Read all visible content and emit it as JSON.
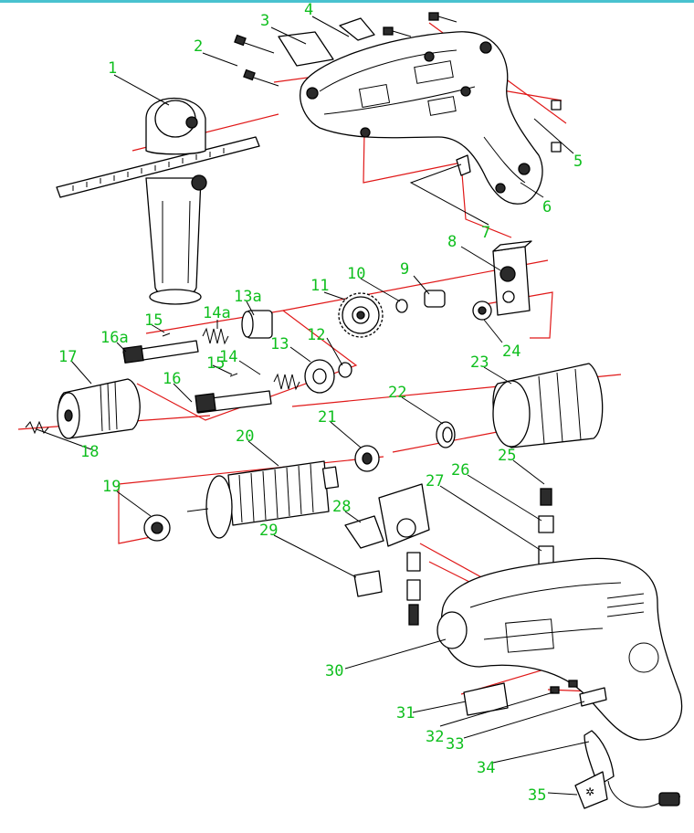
{
  "diagram": {
    "title": "",
    "callouts": [
      "1",
      "2",
      "3",
      "4",
      "5",
      "6",
      "7",
      "8",
      "9",
      "10",
      "11",
      "12",
      "13",
      "13a",
      "14",
      "14a",
      "15",
      "15",
      "16",
      "16a",
      "17",
      "18",
      "19",
      "20",
      "21",
      "22",
      "23",
      "24",
      "25",
      "26",
      "27",
      "28",
      "29",
      "30",
      "31",
      "32",
      "33",
      "34",
      "35"
    ]
  },
  "colors": {
    "callout_text": "#0fbf1e",
    "axis_lines": "#e01818",
    "leader_lines": "#000000",
    "top_rule": "#49c2cf"
  }
}
